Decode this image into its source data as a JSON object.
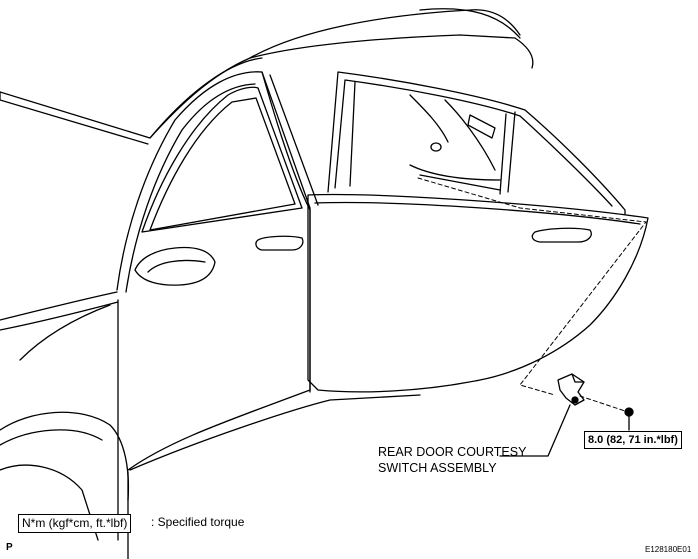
{
  "callout": {
    "part_label_line1": "REAR DOOR COURTESY",
    "part_label_line2": "SWITCH ASSEMBLY",
    "torque_value": "8.0 (82, 71 in.*lbf)"
  },
  "legend": {
    "units": "N*m (kgf*cm, ft.*lbf)",
    "description": ": Specified torque"
  },
  "figure": {
    "code": "E128180E01",
    "page_mark": "P"
  }
}
